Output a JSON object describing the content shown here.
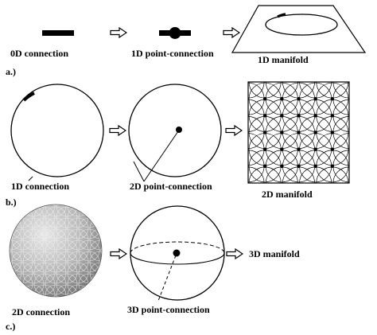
{
  "rows": {
    "a": {
      "marker": "a.)",
      "labels": {
        "connection": "0D connection",
        "point_connection": "1D point-connection",
        "manifold": "1D manifold"
      }
    },
    "b": {
      "marker": "b.)",
      "labels": {
        "connection": "1D connection",
        "point_connection": "2D point-connection",
        "manifold": "2D manifold"
      }
    },
    "c": {
      "marker": "c.)",
      "labels": {
        "connection": "2D connection",
        "point_connection": "3D point-connection",
        "manifold": "3D manifold"
      }
    }
  },
  "arrow_icon": "hollow-right-arrow-icon",
  "colors": {
    "ink": "#000000",
    "sphere_light": "#e8e8e8",
    "sphere_dark": "#6e6e6e",
    "background": "#ffffff"
  }
}
